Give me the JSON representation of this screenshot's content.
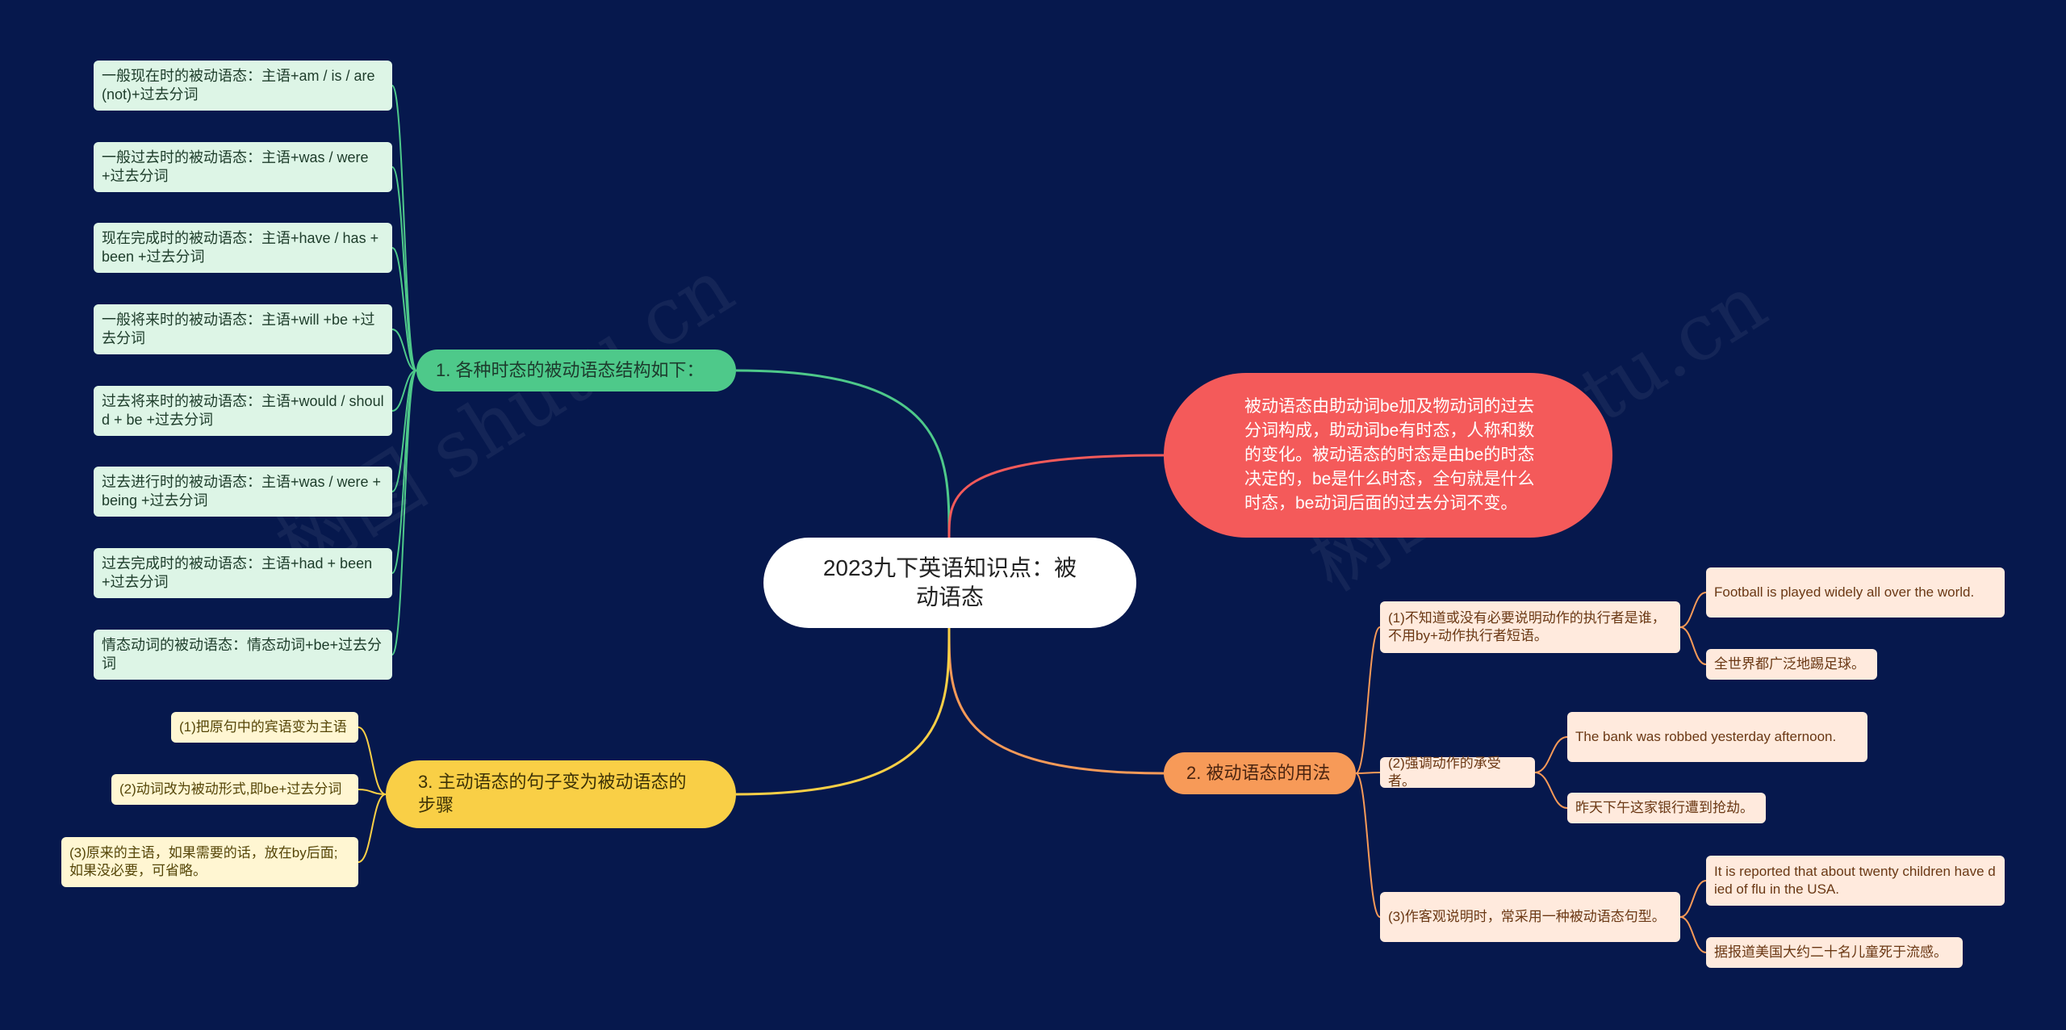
{
  "watermark": "树图 shutu.cn",
  "colors": {
    "background": "#06184d",
    "branch1": "#4ec98a",
    "branch2": "#f79a58",
    "branch3": "#f9cf46",
    "intro": "#f45a5a"
  },
  "root": {
    "title": "2023九下英语知识点：被动语态"
  },
  "intro": {
    "text": "被动语态由助动词be加及物动词的过去分词构成，助动词be有时态，人称和数的变化。被动语态的时态是由be的时态决定的，be是什么时态，全句就是什么时态，be动词后面的过去分词不变。"
  },
  "branch1": {
    "label": "1. 各种时态的被动语态结构如下：",
    "items": [
      "一般现在时的被动语态：主语+am / is / are (not)+过去分词",
      "一般过去时的被动语态：主语+was / were +过去分词",
      "现在完成时的被动语态：主语+have / has + been +过去分词",
      "一般将来时的被动语态：主语+will +be +过去分词",
      "过去将来时的被动语态：主语+would / should + be +过去分词",
      "过去进行时的被动语态：主语+was / were + being +过去分词",
      "过去完成时的被动语态：主语+had + been +过去分词",
      "情态动词的被动语态：情态动词+be+过去分词"
    ]
  },
  "branch2": {
    "label": "2. 被动语态的用法",
    "items": [
      {
        "label": "(1)不知道或没有必要说明动作的执行者是谁，不用by+动作执行者短语。",
        "examples": [
          "Football is played widely all over the world.",
          "全世界都广泛地踢足球。"
        ]
      },
      {
        "label": "(2)强调动作的承受者。",
        "examples": [
          "The bank was robbed yesterday afternoon.",
          "昨天下午这家银行遭到抢劫。"
        ]
      },
      {
        "label": "(3)作客观说明时，常采用一种被动语态句型。",
        "examples": [
          "It is reported that about twenty children have died of flu in the USA.",
          "据报道美国大约二十名儿童死于流感。"
        ]
      }
    ]
  },
  "branch3": {
    "label": "3. 主动语态的句子变为被动语态的步骤",
    "items": [
      "(1)把原句中的宾语变为主语",
      "(2)动词改为被动形式,即be+过去分词",
      "(3)原来的主语，如果需要的话，放在by后面;如果没必要，可省略。"
    ]
  }
}
